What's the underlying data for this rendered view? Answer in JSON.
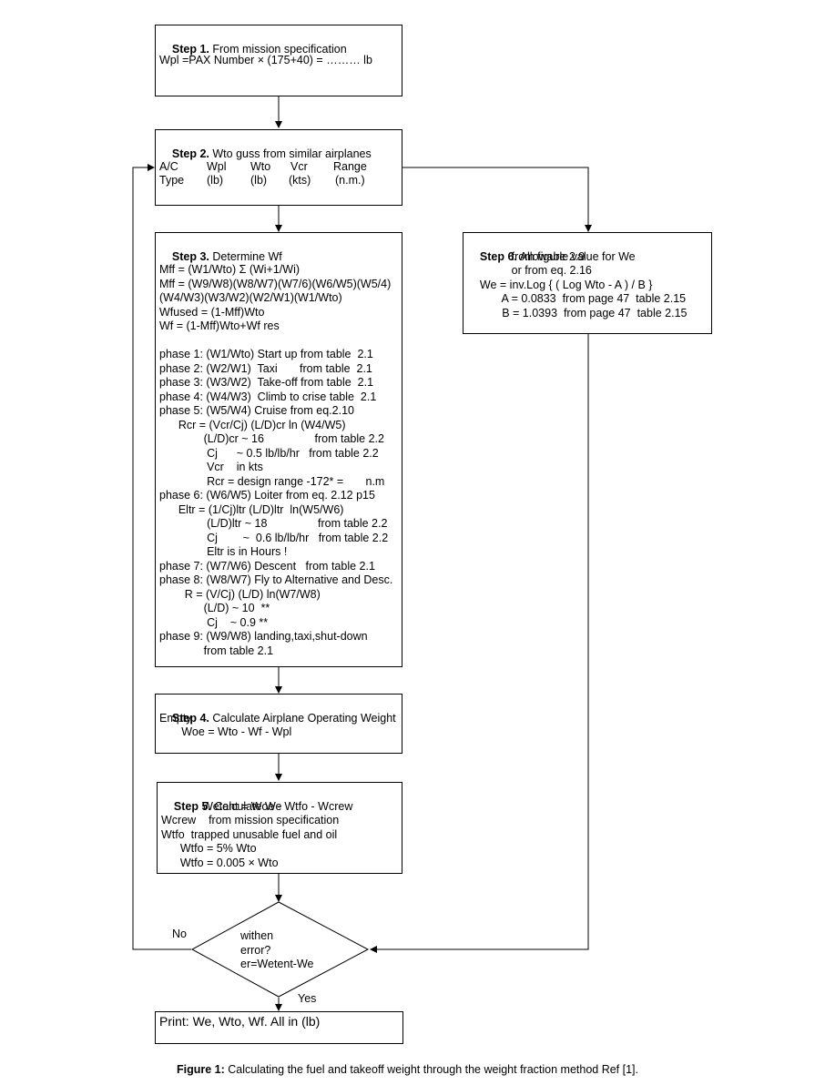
{
  "step1": {
    "label": "Step 1.",
    "title": " From mission specification",
    "line1": "Wpl =PAX Number × (175+40) = ……… lb"
  },
  "step2": {
    "label": "Step 2.",
    "title": " Wto guss from similar airplanes",
    "cols": [
      {
        "top": "A/C",
        "bottom": "Type"
      },
      {
        "top": "Wpl",
        "bottom": "(lb)"
      },
      {
        "top": "Wto",
        "bottom": "(lb)"
      },
      {
        "top": "Vcr",
        "bottom": "(kts)"
      },
      {
        "top": "Range",
        "bottom": "(n.m.)"
      }
    ]
  },
  "step3": {
    "label": "Step 3.",
    "title": " Determine Wf",
    "lines": [
      "Mff = (W1/Wto) Σ (Wi+1/Wi)",
      "Mff = (W9/W8)(W8/W7)(W7/6)(W6/W5)(W5/4)",
      "(W4/W3)(W3/W2)(W2/W1)(W1/Wto)",
      "Wfused = (1-Mff)Wto",
      "Wf = (1-Mff)Wto+Wf res",
      "",
      "phase 1: (W1/Wto) Start up from table  2.1",
      "phase 2: (W2/W1)  Taxi       from table  2.1",
      "phase 3: (W3/W2)  Take-off from table  2.1",
      "phase 4: (W4/W3)  Climb to crise table  2.1",
      "phase 5: (W5/W4) Cruise from eq.2.10",
      "      Rcr = (Vcr/Cj) (L/D)cr ln (W4/W5)",
      "              (L/D)cr ~ 16                from table 2.2",
      "               Cj      ~ 0.5 lb/lb/hr   from table 2.2",
      "               Vcr    in kts",
      "               Rcr = design range -172* =       n.m",
      "phase 6: (W6/W5) Loiter from eq. 2.12 p15",
      "      Eltr = (1/Cj)ltr (L/D)ltr  ln(W5/W6)",
      "               (L/D)ltr ~ 18                from table 2.2",
      "               Cj        ~  0.6 lb/lb/hr   from table 2.2",
      "               Eltr is in Hours !",
      "phase 7: (W7/W6) Descent   from table 2.1",
      "phase 8: (W8/W7) Fly to Alternative and Desc.",
      "        R = (V/Cj) (L/D) ln(W7/W8)",
      "              (L/D) ~ 10  **",
      "               Cj    ~ 0.9 **",
      "phase 9: (W9/W8) landing,taxi,shut-down",
      "              from table 2.1"
    ]
  },
  "step4": {
    "label": "Step 4.",
    "title": " Calculate Airplane Operating Weight",
    "lines": [
      "Empty",
      "       Woe = Wto - Wf - Wpl"
    ]
  },
  "step5": {
    "label": "Step 5.",
    "title": " Calculate We",
    "lines": [
      "             Wetent = Woe - Wtfo - Wcrew",
      "Wcrew    from mission specification",
      "Wtfo  trapped unusable fuel and oil",
      "      Wtfo = 5% Wto",
      "      Wtfo = 0.005 × Wto"
    ]
  },
  "step6": {
    "label": "Step 6.",
    "title": " Allowable value for We",
    "lines": [
      "              from figure 2.9",
      "              or from eq. 2.16",
      "    We = inv.Log { ( Log Wto - A ) / B }",
      "           A = 0.0833  from page 47  table 2.15",
      "           B = 1.0393  from page 47  table 2.15"
    ]
  },
  "decision": {
    "lines": [
      "withen",
      "error?",
      "er=Wetent-We"
    ],
    "no_label": "No",
    "yes_label": "Yes"
  },
  "print_box": {
    "text": "Print: We, Wto, Wf. All in (lb)"
  },
  "caption": {
    "label": "Figure 1:",
    "text": " Calculating the fuel and takeoff weight through the weight fraction method Ref [1]."
  }
}
